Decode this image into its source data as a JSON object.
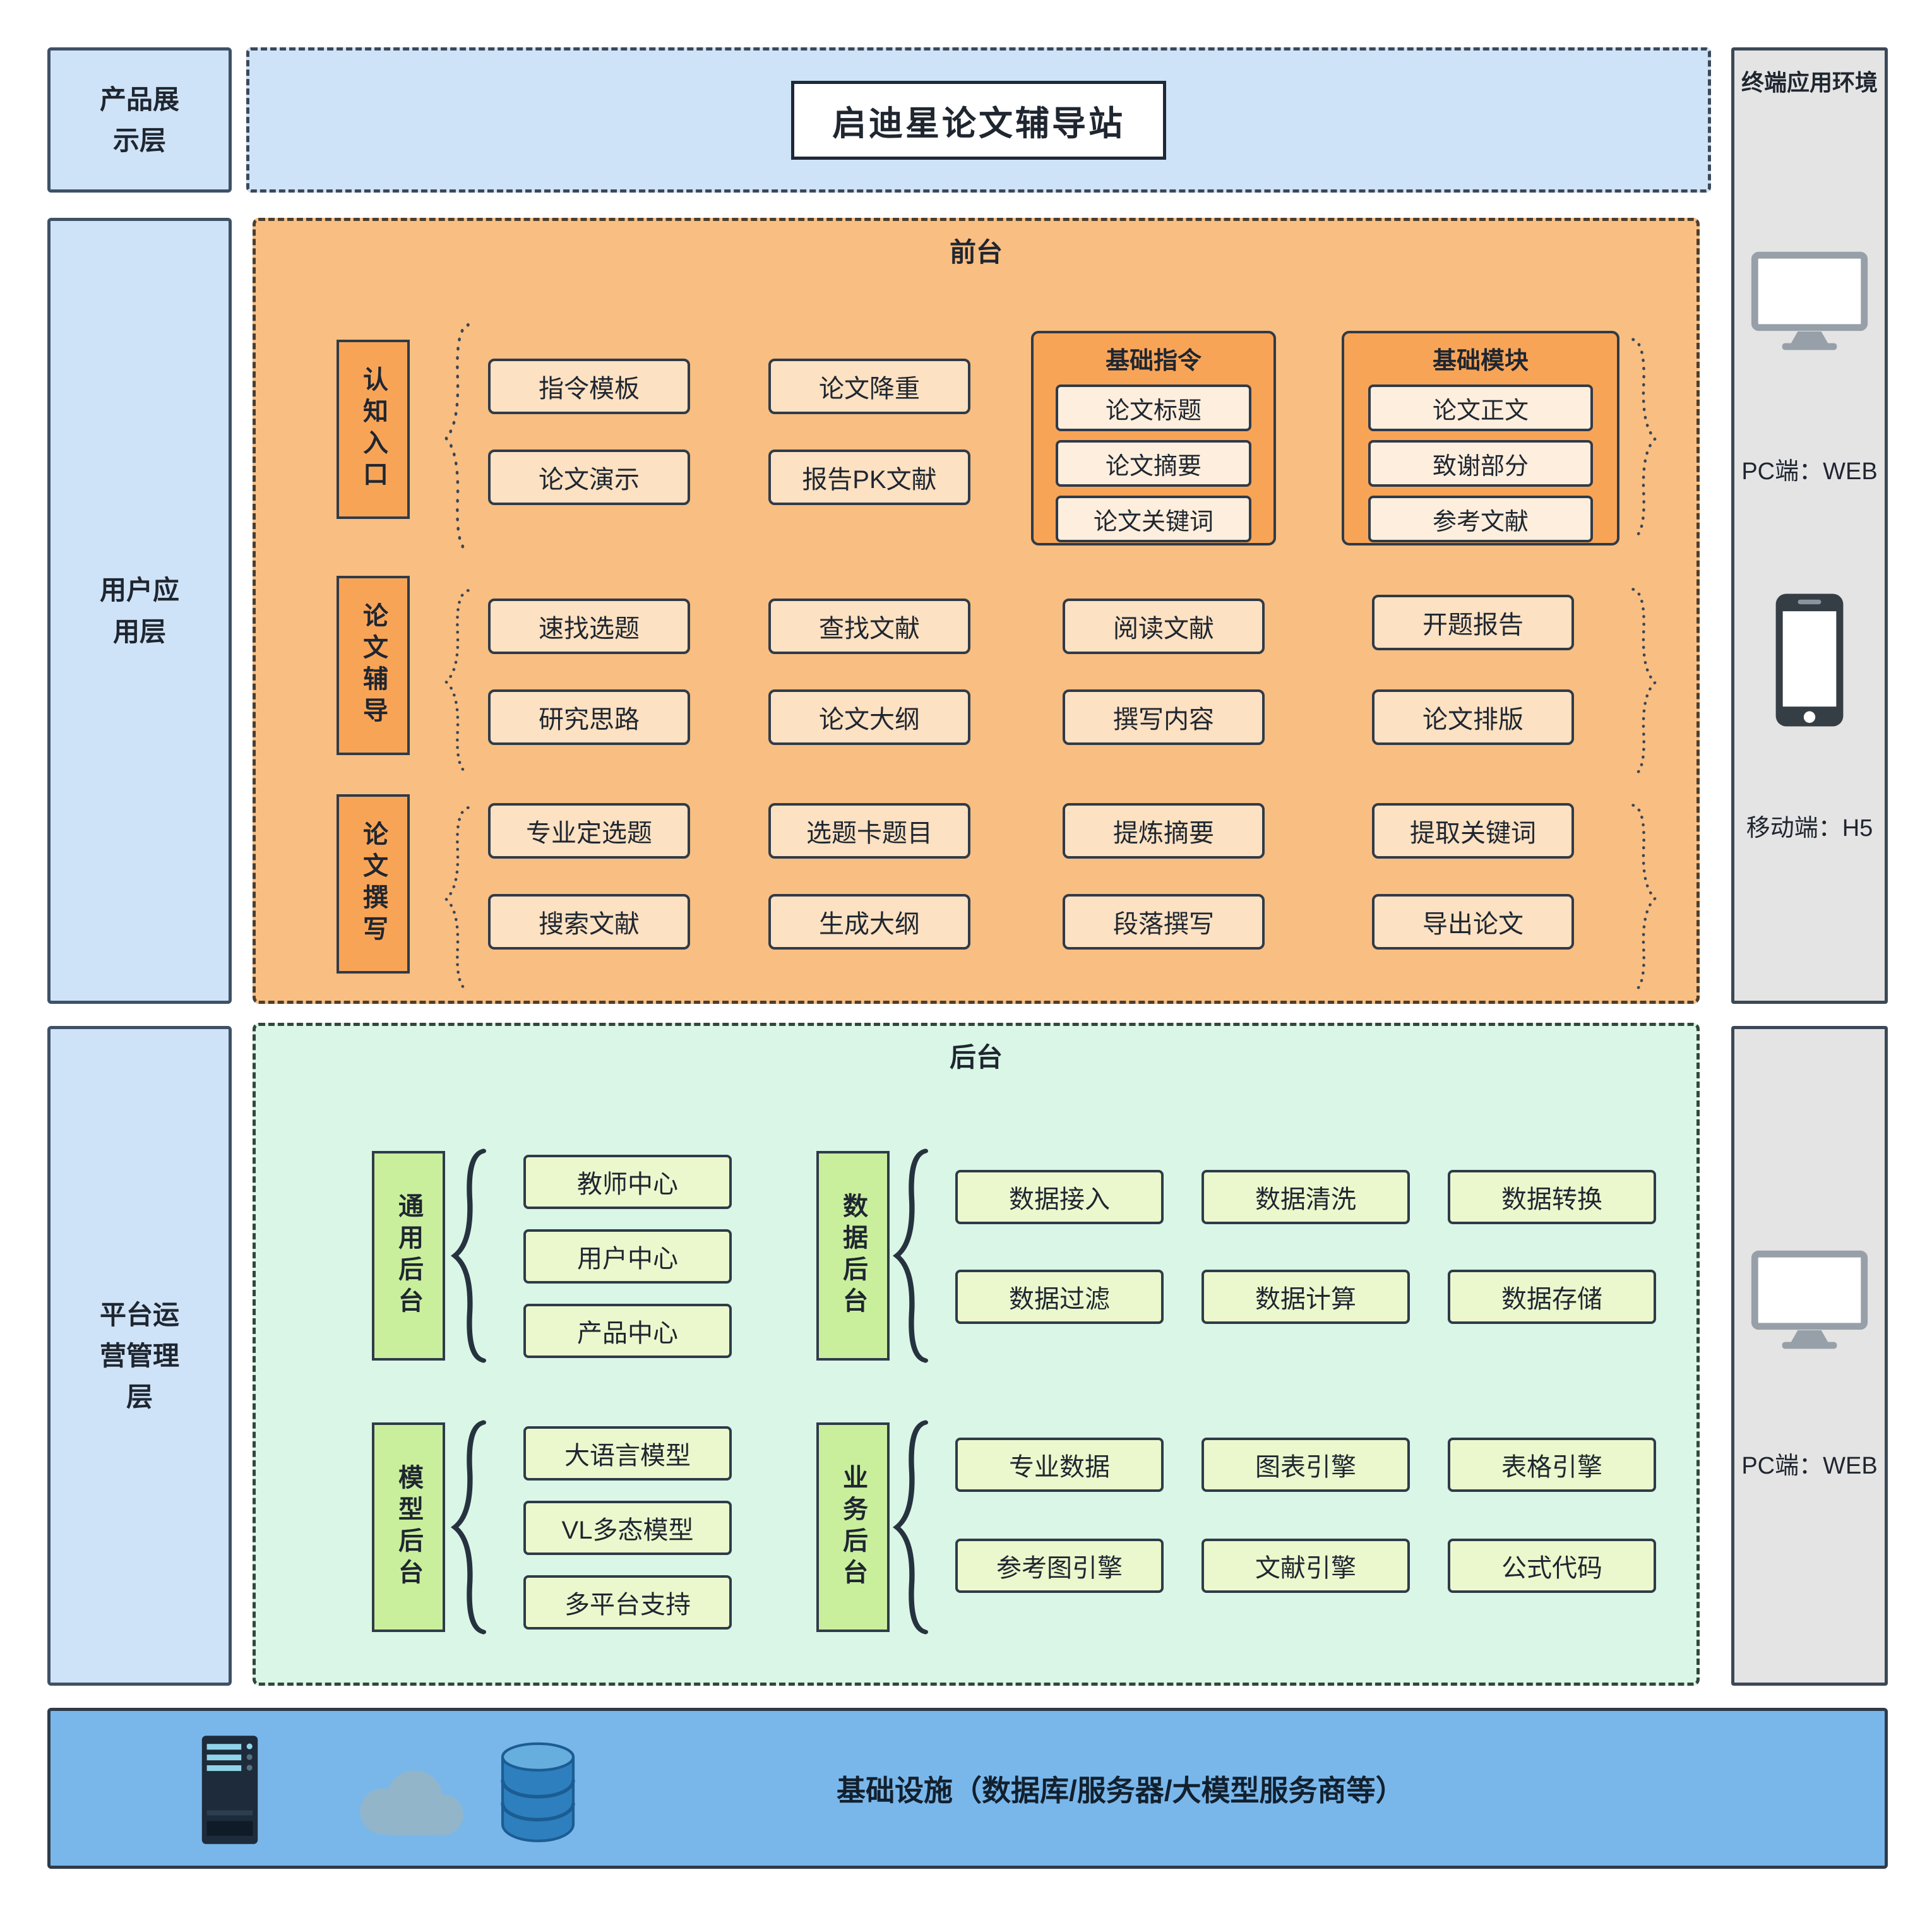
{
  "title": "启迪星论文辅导站",
  "layers": {
    "product": "产品展示层",
    "user": "用户应用层",
    "platform": "平台运营管理层"
  },
  "terminal": {
    "title": "终端应用环境",
    "pc_web": "PC端：WEB",
    "mobile_h5": "移动端：H5",
    "admin_pc_web": "PC端：WEB"
  },
  "frontend": {
    "title": "前台",
    "rows": [
      {
        "label": "认知入口",
        "items": [
          "指令模板",
          "论文演示",
          "论文降重",
          "报告PK文献"
        ],
        "groups": [
          {
            "title": "基础指令",
            "items": [
              "论文标题",
              "论文摘要",
              "论文关键词"
            ]
          },
          {
            "title": "基础模块",
            "items": [
              "论文正文",
              "致谢部分",
              "参考文献"
            ]
          }
        ]
      },
      {
        "label": "论文辅导",
        "items": [
          "速找选题",
          "研究思路",
          "查找文献",
          "论文大纲",
          "阅读文献",
          "撰写内容",
          "开题报告",
          "论文排版"
        ]
      },
      {
        "label": "论文撰写",
        "items": [
          "专业定选题",
          "搜索文献",
          "选题卡题目",
          "生成大纲",
          "提炼摘要",
          "段落撰写",
          "提取关键词",
          "导出论文"
        ]
      }
    ]
  },
  "backend": {
    "title": "后台",
    "groups": [
      {
        "label": "通用后台",
        "items": [
          "教师中心",
          "用户中心",
          "产品中心"
        ]
      },
      {
        "label": "数据后台",
        "items": [
          "数据接入",
          "数据清洗",
          "数据转换",
          "数据过滤",
          "数据计算",
          "数据存储"
        ]
      },
      {
        "label": "模型后台",
        "items": [
          "大语言模型",
          "VL多态模型",
          "多平台支持"
        ]
      },
      {
        "label": "业务后台",
        "items": [
          "专业数据",
          "图表引擎",
          "表格引擎",
          "参考图引擎",
          "文献引擎",
          "公式代码"
        ]
      }
    ]
  },
  "infrastructure": {
    "label": "基础设施（数据库/服务器/大模型服务商等）"
  },
  "icons": [
    "monitor-icon",
    "smartphone-icon",
    "server-icon",
    "cloud-icon",
    "database-icon"
  ],
  "palette": {
    "layer_blue": "#cfe3f8",
    "front_orange": "#f9be82",
    "front_label_orange": "#f8a457",
    "front_item_peach": "#fce1c2",
    "back_mint": "#d9f6e6",
    "back_label_green": "#c9ef9d",
    "back_item_green": "#ebf8cd",
    "infra_blue": "#79b7eb",
    "terminal_gray": "#e4e4e4",
    "line_dark": "#2f3b49"
  }
}
